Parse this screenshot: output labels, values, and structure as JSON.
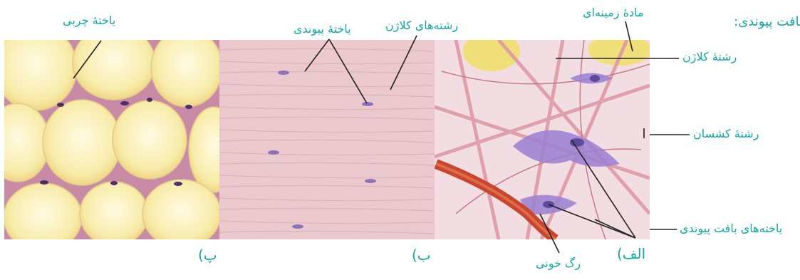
{
  "title": "بافت پیوندی:",
  "panels": {
    "alef": "الف)",
    "be": "ب)",
    "pe": "پ)"
  },
  "labels": {
    "fat_cell": "یاختهٔ چربی",
    "connective_cell": "یاختهٔ پیوندی",
    "collagen_fibers_b": "رشته‌های کلاژن",
    "ground_substance": "مادهٔ زمینه‌ای",
    "collagen_fiber": "رشتهٔ کلاژن",
    "elastic_fiber": "رشتهٔ کشسان",
    "connective_tissue_cells": "یاخته‌های بافت پیوندی",
    "blood_vessel": "رگ خونی"
  },
  "colors": {
    "label": "#12a7a8",
    "fat_cell": "#fbf0b3",
    "tendon": "#e9c7cc",
    "loose_bg": "#f3dde2",
    "fiber": "#e29aa6",
    "vessel": "#c8462c"
  }
}
